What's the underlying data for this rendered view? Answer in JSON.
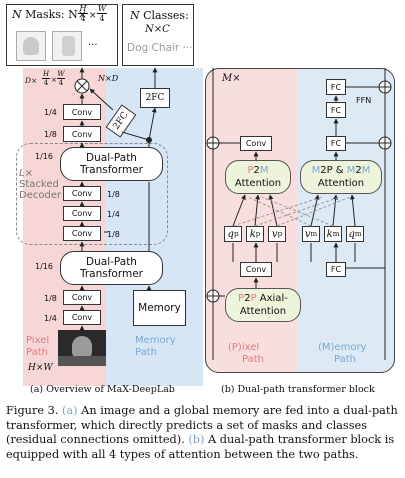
{
  "top": {
    "masks_label": "N Masks: N×H/4×W/4",
    "masks_n": "N",
    "masks_text": "Masks:",
    "masks_dims": "N×",
    "h": "H",
    "w": "W",
    "four": "4",
    "classes_label": "N Classes:",
    "classes_n": "N",
    "classes_text": "Classes:",
    "classes_dims": "N×C",
    "class_names": "Dog Chair ···"
  },
  "left": {
    "d_dims": "D×",
    "nxd": "N×D",
    "conv": "Conv",
    "fc2": "2FC",
    "res_1_4": "1/4",
    "res_1_8": "1/8",
    "res_1_16": "1/16",
    "transformer_line1": "Dual-Path",
    "transformer_line2": "Transformer",
    "stacked_1": "L×",
    "stacked_2": "Stacked",
    "stacked_3": "Decoder",
    "memory": "Memory",
    "pixel_path_1": "Pixel",
    "pixel_path_2": "Path",
    "memory_path_1": "Memory",
    "memory_path_2": "Path",
    "input_dims": "H×W"
  },
  "right": {
    "mx": "M×",
    "fc": "FC",
    "ffn": "FFN",
    "conv": "Conv",
    "p2m_a": "P",
    "p2m_b": "2",
    "p2m_c": "M",
    "attention": "Attention",
    "m2p_a": "M",
    "m2p_b": "2P & ",
    "m2p_c": "M",
    "m2p_d": "2",
    "m2p_e": "M",
    "qp": "q",
    "kp": "k",
    "vp": "v",
    "vm": "v",
    "km": "k",
    "qm": "q",
    "sup_p": "p",
    "sup_m": "m",
    "p2p_a": "P",
    "p2p_b": "2",
    "p2p_c": "P",
    "p2p_axial": " Axial-",
    "p2p_attention": "Attention",
    "pixel_path": "(P)ixel",
    "pixel_path_2": "Path",
    "memory_path": "(M)emory",
    "memory_path_2": "Path"
  },
  "subcaptions": {
    "a": "(a)  Overview of MaX-DeepLab",
    "b": "(b)  Dual-path transformer block"
  },
  "caption": {
    "fig": "Figure 3.",
    "a_tag": "(a)",
    "a_text": " An image and a global memory are fed into a dual-path transformer, which directly predicts a set of masks and classes (residual connections omitted).",
    "b_tag": "(b)",
    "b_text": " A dual-path transformer block is equipped with all 4 types of attention between the two paths."
  },
  "colors": {
    "pixel_bg": "#f6d6d6",
    "memory_bg": "#d7e6f4",
    "pixel_text": "#d9817f",
    "memory_text": "#7aa8d6",
    "attention_bg": "#eef3dc"
  }
}
